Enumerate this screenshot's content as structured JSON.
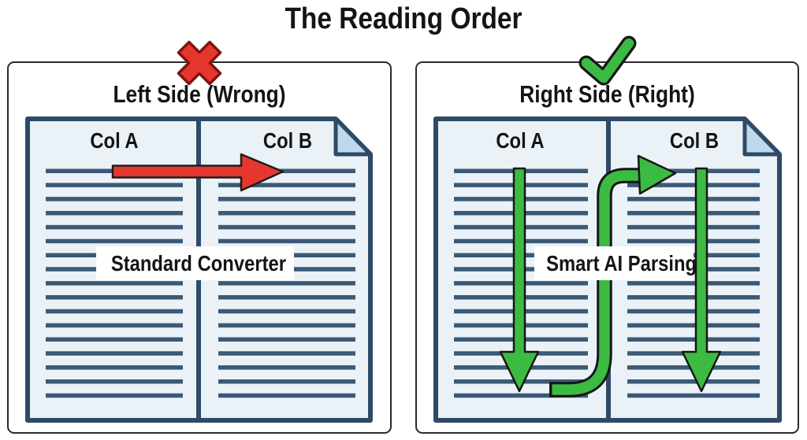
{
  "title": "The Reading Order",
  "colors": {
    "wrong": "#E5372E",
    "right": "#3CBB43",
    "page_fill": "#EAF2F8",
    "page_border": "#2D4A66",
    "text_line": "#3B5A76",
    "fold_fill": "#BED8EC"
  },
  "panels": {
    "left": {
      "title": "Left Side (Wrong)",
      "icon": "x-mark-icon",
      "doc": {
        "col_a": "Col A",
        "col_b": "Col B",
        "label": "Standard Converter",
        "arrow_flow": "horizontal across both columns"
      }
    },
    "right": {
      "title": "Right Side (Right)",
      "icon": "checkmark-icon",
      "doc": {
        "col_a": "Col A",
        "col_b": "Col B",
        "label": "Smart AI Parsing",
        "arrow_flow": "down column A, jump up, down column B"
      }
    }
  }
}
